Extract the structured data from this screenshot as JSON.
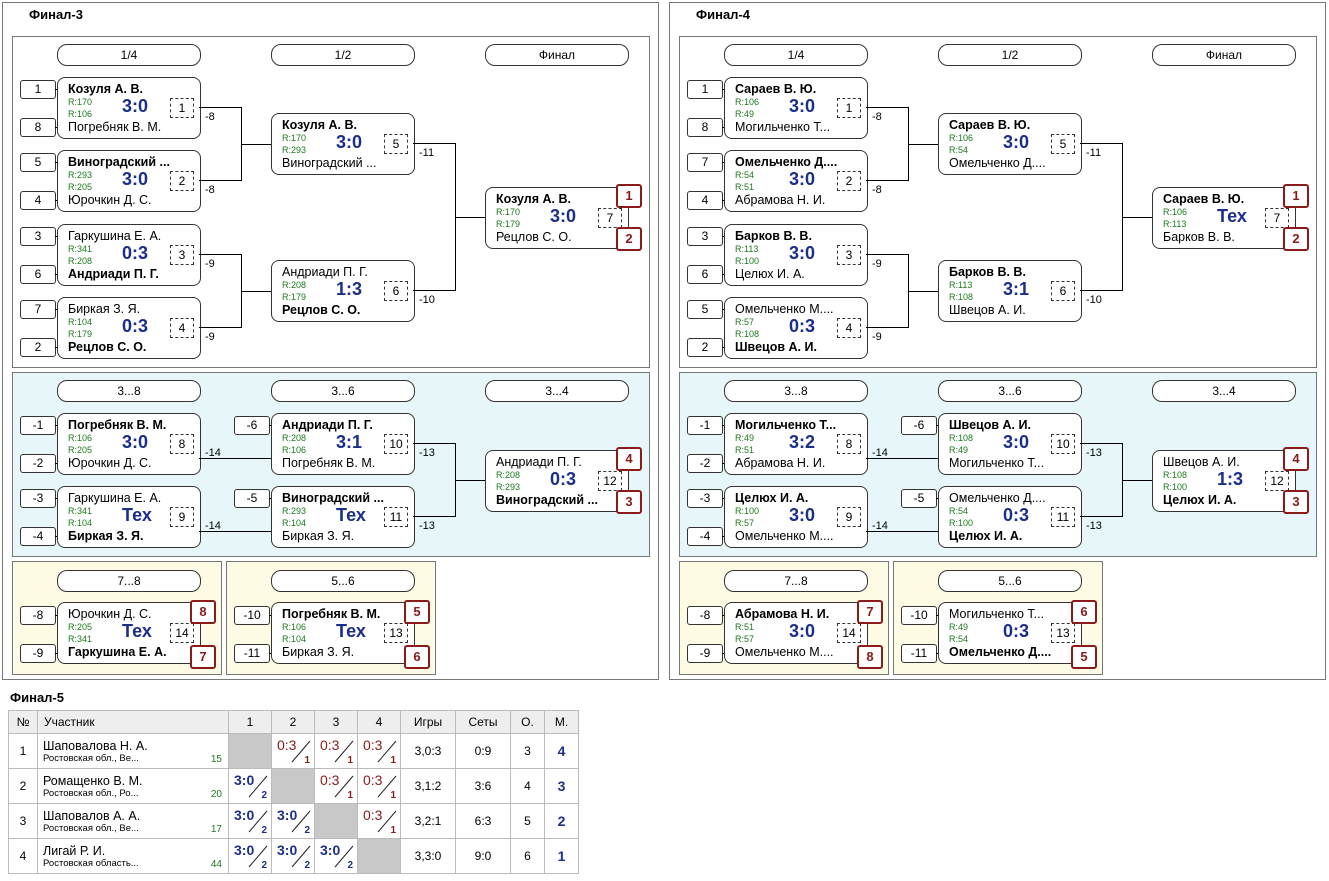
{
  "panels": [
    {
      "title": "Финал-3",
      "main_heads": [
        "1/4",
        "1/2",
        "Финал"
      ],
      "cons_heads": [
        "3...8",
        "3...6",
        "3...4"
      ],
      "m78_head": "7...8",
      "m56_head": "5...6",
      "qf": [
        {
          "s1": "1",
          "s2": "8",
          "p1": "Козуля А. В.",
          "p2": "Погребняк В. М.",
          "w": 1,
          "r1": "R:170",
          "r2": "R:106",
          "score": "3:0",
          "num": "1",
          "lbl": "-8"
        },
        {
          "s1": "5",
          "s2": "4",
          "p1": "Виноградский ...",
          "p2": "Юрочкин Д. С.",
          "w": 1,
          "r1": "R:293",
          "r2": "R:205",
          "score": "3:0",
          "num": "2",
          "lbl": "-8"
        },
        {
          "s1": "3",
          "s2": "6",
          "p1": "Гаркушина Е. А.",
          "p2": "Андриади П. Г.",
          "w": 2,
          "r1": "R:341",
          "r2": "R:208",
          "score": "0:3",
          "num": "3",
          "lbl": "-9"
        },
        {
          "s1": "7",
          "s2": "2",
          "p1": "Биркая З. Я.",
          "p2": "Рецлов С. О.",
          "w": 2,
          "r1": "R:104",
          "r2": "R:179",
          "score": "0:3",
          "num": "4",
          "lbl": "-9"
        }
      ],
      "sf": [
        {
          "p1": "Козуля А. В.",
          "p2": "Виноградский ...",
          "w": 1,
          "r1": "R:170",
          "r2": "R:293",
          "score": "3:0",
          "num": "5",
          "lbl": "-11"
        },
        {
          "p1": "Андриади П. Г.",
          "p2": "Рецлов С. О.",
          "w": 2,
          "r1": "R:208",
          "r2": "R:179",
          "score": "1:3",
          "num": "6",
          "lbl": "-10"
        }
      ],
      "fin": {
        "p1": "Козуля А. В.",
        "p2": "Рецлов С. О.",
        "w": 1,
        "r1": "R:170",
        "r2": "R:179",
        "score": "3:0",
        "num": "7",
        "pl1": "1",
        "pl2": "2"
      },
      "c1": [
        {
          "s1": "-1",
          "s2": "-2",
          "p1": "Погребняк В. М.",
          "p2": "Юрочкин Д. С.",
          "w": 1,
          "r1": "R:106",
          "r2": "R:205",
          "score": "3:0",
          "num": "8",
          "lbl": "-14"
        },
        {
          "s1": "-3",
          "s2": "-4",
          "p1": "Гаркушина Е. А.",
          "p2": "Биркая З. Я.",
          "w": 2,
          "r1": "R:341",
          "r2": "R:104",
          "score": "Тех",
          "num": "9",
          "lbl": "-14"
        }
      ],
      "c2": [
        {
          "s1": "-6",
          "p1": "Андриади П. Г.",
          "p2": "Погребняк В. М.",
          "w": 1,
          "r1": "R:208",
          "r2": "R:106",
          "score": "3:1",
          "num": "10",
          "lbl": "-13"
        },
        {
          "s1": "-5",
          "p1": "Виноградский ...",
          "p2": "Биркая З. Я.",
          "w": 1,
          "r1": "R:293",
          "r2": "R:104",
          "score": "Тех",
          "num": "11",
          "lbl": "-13"
        }
      ],
      "c3": {
        "p1": "Андриади П. Г.",
        "p2": "Виноградский ...",
        "w": 2,
        "r1": "R:208",
        "r2": "R:293",
        "score": "0:3",
        "num": "12",
        "pl1": "4",
        "pl2": "3"
      },
      "m78": {
        "s1": "-8",
        "s2": "-9",
        "p1": "Юрочкин Д. С.",
        "p2": "Гаркушина Е. А.",
        "w": 2,
        "r1": "R:205",
        "r2": "R:341",
        "score": "Тех",
        "num": "14",
        "pl1": "8",
        "pl2": "7"
      },
      "m56": {
        "s1": "-10",
        "s2": "-11",
        "p1": "Погребняк В. М.",
        "p2": "Биркая З. Я.",
        "w": 1,
        "r1": "R:106",
        "r2": "R:104",
        "score": "Тех",
        "num": "13",
        "pl1": "5",
        "pl2": "6"
      }
    },
    {
      "title": "Финал-4",
      "main_heads": [
        "1/4",
        "1/2",
        "Финал"
      ],
      "cons_heads": [
        "3...8",
        "3...6",
        "3...4"
      ],
      "m78_head": "7...8",
      "m56_head": "5...6",
      "qf": [
        {
          "s1": "1",
          "s2": "8",
          "p1": "Сараев В. Ю.",
          "p2": "Могильченко Т...",
          "w": 1,
          "r1": "R:106",
          "r2": "R:49",
          "score": "3:0",
          "num": "1",
          "lbl": "-8"
        },
        {
          "s1": "7",
          "s2": "4",
          "p1": "Омельченко Д....",
          "p2": "Абрамова Н. И.",
          "w": 1,
          "r1": "R:54",
          "r2": "R:51",
          "score": "3:0",
          "num": "2",
          "lbl": "-8"
        },
        {
          "s1": "3",
          "s2": "6",
          "p1": "Барков В. В.",
          "p2": "Целюх И. А.",
          "w": 1,
          "r1": "R:113",
          "r2": "R:100",
          "score": "3:0",
          "num": "3",
          "lbl": "-9"
        },
        {
          "s1": "5",
          "s2": "2",
          "p1": "Омельченко М....",
          "p2": "Швецов А. И.",
          "w": 2,
          "r1": "R:57",
          "r2": "R:108",
          "score": "0:3",
          "num": "4",
          "lbl": "-9"
        }
      ],
      "sf": [
        {
          "p1": "Сараев В. Ю.",
          "p2": "Омельченко Д....",
          "w": 1,
          "r1": "R:106",
          "r2": "R:54",
          "score": "3:0",
          "num": "5",
          "lbl": "-11"
        },
        {
          "p1": "Барков В. В.",
          "p2": "Швецов А. И.",
          "w": 1,
          "r1": "R:113",
          "r2": "R:108",
          "score": "3:1",
          "num": "6",
          "lbl": "-10"
        }
      ],
      "fin": {
        "p1": "Сараев В. Ю.",
        "p2": "Барков В. В.",
        "w": 1,
        "r1": "R:106",
        "r2": "R:113",
        "score": "Тех",
        "num": "7",
        "pl1": "1",
        "pl2": "2"
      },
      "c1": [
        {
          "s1": "-1",
          "s2": "-2",
          "p1": "Могильченко Т...",
          "p2": "Абрамова Н. И.",
          "w": 1,
          "r1": "R:49",
          "r2": "R:51",
          "score": "3:2",
          "num": "8",
          "lbl": "-14"
        },
        {
          "s1": "-3",
          "s2": "-4",
          "p1": "Целюх И. А.",
          "p2": "Омельченко М....",
          "w": 1,
          "r1": "R:100",
          "r2": "R:57",
          "score": "3:0",
          "num": "9",
          "lbl": "-14"
        }
      ],
      "c2": [
        {
          "s1": "-6",
          "p1": "Швецов А. И.",
          "p2": "Могильченко Т...",
          "w": 1,
          "r1": "R:108",
          "r2": "R:49",
          "score": "3:0",
          "num": "10",
          "lbl": "-13"
        },
        {
          "s1": "-5",
          "p1": "Омельченко Д....",
          "p2": "Целюх И. А.",
          "w": 2,
          "r1": "R:54",
          "r2": "R:100",
          "score": "0:3",
          "num": "11",
          "lbl": "-13"
        }
      ],
      "c3": {
        "p1": "Швецов А. И.",
        "p2": "Целюх И. А.",
        "w": 2,
        "r1": "R:108",
        "r2": "R:100",
        "score": "1:3",
        "num": "12",
        "pl1": "4",
        "pl2": "3"
      },
      "m78": {
        "s1": "-8",
        "s2": "-9",
        "p1": "Абрамова Н. И.",
        "p2": "Омельченко М....",
        "w": 1,
        "r1": "R:51",
        "r2": "R:57",
        "score": "3:0",
        "num": "14",
        "pl1": "7",
        "pl2": "8"
      },
      "m56": {
        "s1": "-10",
        "s2": "-11",
        "p1": "Могильченко Т...",
        "p2": "Омельченко Д....",
        "w": 2,
        "r1": "R:49",
        "r2": "R:54",
        "score": "0:3",
        "num": "13",
        "pl1": "6",
        "pl2": "5"
      }
    }
  ],
  "rr": {
    "title": "Финал-5",
    "headers": [
      "№",
      "Участник",
      "1",
      "2",
      "3",
      "4",
      "Игры",
      "Сеты",
      "О.",
      "М."
    ],
    "rows": [
      {
        "n": "1",
        "name": "Шаповалова Н. А.",
        "region": "Ростовская обл., Ве...",
        "rank": "15",
        "cells": [
          null,
          {
            "s": "0:3",
            "sub": "1",
            "win": false
          },
          {
            "s": "0:3",
            "sub": "1",
            "win": false
          },
          {
            "s": "0:3",
            "sub": "1",
            "win": false
          }
        ],
        "games": "3,0:3",
        "sets": "0:9",
        "pts": "3",
        "place": "4"
      },
      {
        "n": "2",
        "name": "Ромащенко В. М.",
        "region": "Ростовская обл., Ро...",
        "rank": "20",
        "cells": [
          {
            "s": "3:0",
            "sub": "2",
            "win": true
          },
          null,
          {
            "s": "0:3",
            "sub": "1",
            "win": false
          },
          {
            "s": "0:3",
            "sub": "1",
            "win": false
          }
        ],
        "games": "3,1:2",
        "sets": "3:6",
        "pts": "4",
        "place": "3"
      },
      {
        "n": "3",
        "name": "Шаповалов А. А.",
        "region": "Ростовская обл., Ве...",
        "rank": "17",
        "cells": [
          {
            "s": "3:0",
            "sub": "2",
            "win": true
          },
          {
            "s": "3:0",
            "sub": "2",
            "win": true
          },
          null,
          {
            "s": "0:3",
            "sub": "1",
            "win": false
          }
        ],
        "games": "3,2:1",
        "sets": "6:3",
        "pts": "5",
        "place": "2"
      },
      {
        "n": "4",
        "name": "Лигай Р. И.",
        "region": "Ростовская область...",
        "rank": "44",
        "cells": [
          {
            "s": "3:0",
            "sub": "2",
            "win": true
          },
          {
            "s": "3:0",
            "sub": "2",
            "win": true
          },
          {
            "s": "3:0",
            "sub": "2",
            "win": true
          },
          null
        ],
        "games": "3,3:0",
        "sets": "9:0",
        "pts": "6",
        "place": "1"
      }
    ]
  }
}
